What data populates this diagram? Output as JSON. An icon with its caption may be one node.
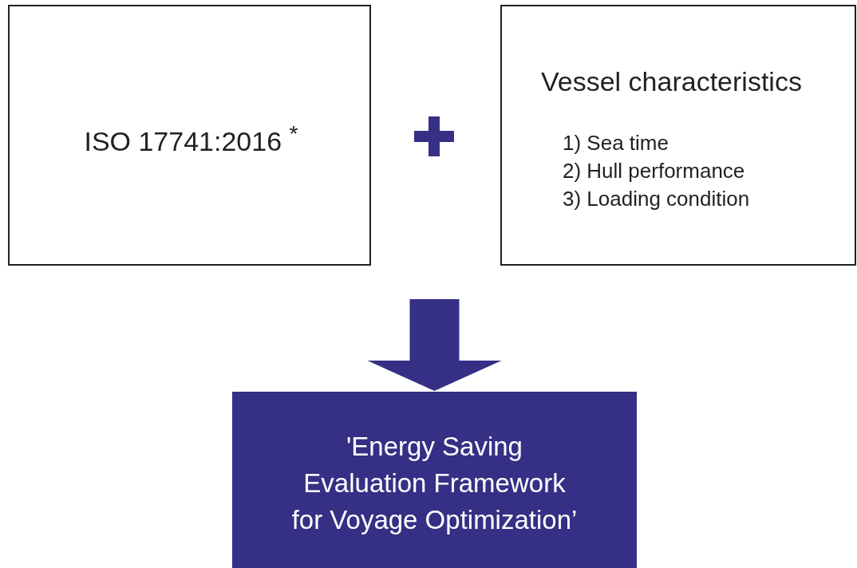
{
  "diagram": {
    "nodes": [
      {
        "text": [
          "ISO 17741:2016 $^{*}$"
        ]
      },
      {
        "text": [
          "Vessel characteristics",
          "1) Sea time",
          "2) Hull performance",
          "3) Loading condition"
        ]
      },
      {
        "text": [
          "'Energy Saving Evaluation Framework for Voyage Optimization’"
        ]
      }
    ],
    "edges": [
      {
        "from": null,
        "to": 2,
        "arrow": "to"
      }
    ]
  }
}
